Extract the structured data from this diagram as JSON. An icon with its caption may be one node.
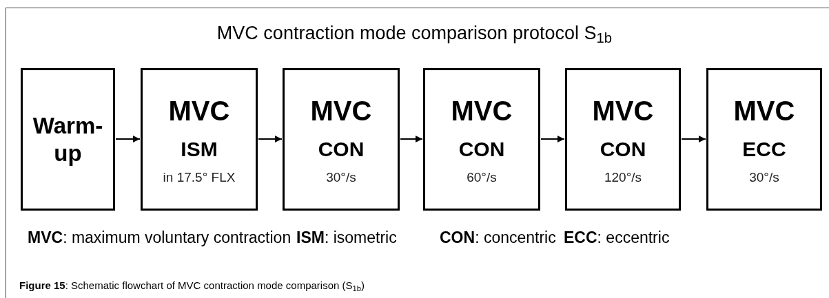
{
  "diagram": {
    "title": "MVC contraction mode comparison protocol S$_{1b}$",
    "caption": "**Figure 15**: Schematic flowchart of MVC contraction mode comparison (S$_{1b}$)",
    "nodes": [
      {
        "text": [
          "Warm-up"
        ]
      },
      {
        "text": [
          "MVC",
          "ISM",
          "in 17.5° FLX"
        ]
      },
      {
        "text": [
          "MVC",
          "CON",
          "30°/s"
        ]
      },
      {
        "text": [
          "MVC",
          "CON",
          "60°/s"
        ]
      },
      {
        "text": [
          "MVC",
          "CON",
          "120°/s"
        ]
      },
      {
        "text": [
          "MVC",
          "ECC",
          "30°/s"
        ]
      }
    ],
    "edges": [
      {
        "from": 0,
        "to": 1,
        "arrow": "to"
      },
      {
        "from": 1,
        "to": 2,
        "arrow": "to"
      },
      {
        "from": 2,
        "to": 3,
        "arrow": "to"
      },
      {
        "from": 3,
        "to": 4,
        "arrow": "to"
      },
      {
        "from": 4,
        "to": 5,
        "arrow": "to"
      }
    ],
    "labels": [
      "**MVC**: maximum voluntary contraction",
      "**ISM**: isometric",
      "**CON**: concentric",
      "**ECC**: eccentric"
    ]
  }
}
